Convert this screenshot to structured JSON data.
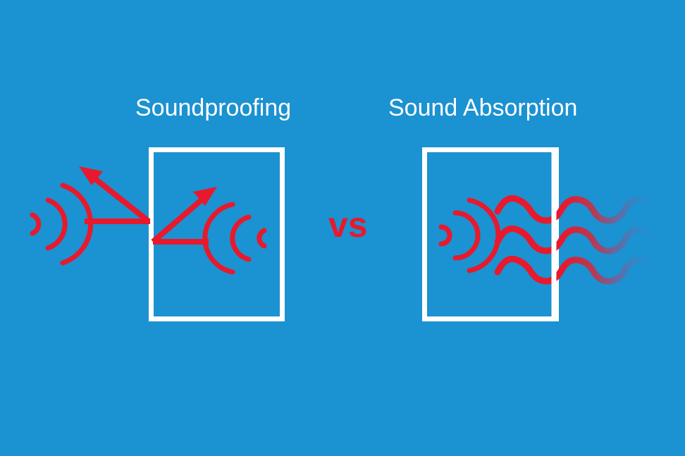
{
  "title_left": "Soundproofing",
  "title_right": "Sound Absorption",
  "separator": "vs",
  "colors": {
    "background": "#1b92d1",
    "wall": "#ffffff",
    "wave": "#e8192c",
    "text": "#ffffff"
  },
  "diagram_left": {
    "name": "soundproofing",
    "wall_label": "wall-barrier",
    "incoming_wave_icon": "sound-wave-right-icon",
    "incoming_arrow": "incident-sound-arrow",
    "reflected_arrow": "reflected-sound-arrow",
    "internal_arrow": "reflected-sound-arrow-inside",
    "transmitted_wave_icon": "sound-wave-left-icon"
  },
  "diagram_right": {
    "name": "sound-absorption",
    "wall_label": "absorptive-panel",
    "source_wave_icon": "sound-wave-right-icon",
    "wavy_lines_count": 3,
    "wavy_line_label": "absorbed-sound-wave"
  }
}
